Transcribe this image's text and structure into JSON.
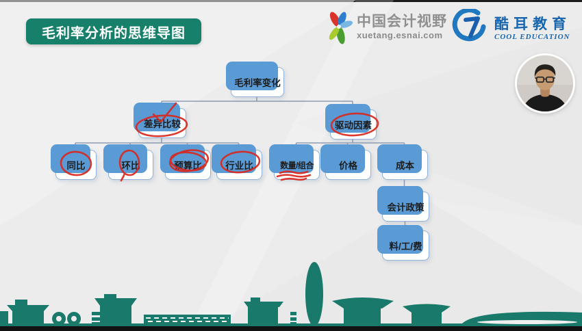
{
  "title_badge": {
    "label": "毛利率分析的思维导图"
  },
  "header": {
    "esnai_logo": {
      "name": "中国会计视野",
      "url": "xuetang.esnai.com"
    },
    "cool_logo": {
      "name": "酷耳教育",
      "subtitle": "COOL EDUCATION"
    }
  },
  "presenter": {
    "avatar": "presenter-webcam-photo"
  },
  "mindmap": {
    "nodes": [
      {
        "id": "root",
        "label": "毛利率变化"
      },
      {
        "id": "variance-comparison",
        "label": "差异比较",
        "parent": "root",
        "annotation": "red-circle-with-check"
      },
      {
        "id": "driving-factors",
        "label": "驱动因素",
        "parent": "root",
        "annotation": "red-circle"
      },
      {
        "id": "year-over-year",
        "label": "同比",
        "parent": "variance-comparison",
        "annotation": "red-circle"
      },
      {
        "id": "month-over-month",
        "label": "环比",
        "parent": "variance-comparison",
        "annotation": "red-circle"
      },
      {
        "id": "budget-ratio",
        "label": "预算比",
        "parent": "variance-comparison",
        "annotation": "red-circle"
      },
      {
        "id": "industry-ratio",
        "label": "行业比",
        "parent": "variance-comparison",
        "annotation": "red-circle"
      },
      {
        "id": "quantity-mix",
        "label": "数量/组合",
        "parent": "driving-factors",
        "annotation": "red-underline-scribble"
      },
      {
        "id": "price",
        "label": "价格",
        "parent": "driving-factors"
      },
      {
        "id": "cost",
        "label": "成本",
        "parent": "driving-factors"
      },
      {
        "id": "accounting-policy",
        "label": "会计政策",
        "parent": "cost"
      },
      {
        "id": "material-labor-expense",
        "label": "料/工/费",
        "parent": "accounting-policy"
      }
    ]
  },
  "colors": {
    "badge_green": "#17806a",
    "node_shadow_blue": "#5b9bd5",
    "node_border_blue": "#8fb3da",
    "connector_gray_blue": "#8d9ab0",
    "annotation_red": "#d8291f",
    "skyline_teal": "#19796a",
    "cool_blue": "#1765af",
    "background_gray": "#ececec"
  },
  "icons": {
    "esnai_flower": "flower-petals-logo-icon",
    "cool_circle": "interlocked-rings-logo-icon",
    "skyline": "city-skyline-silhouette",
    "avatar": "presenter-photo"
  }
}
